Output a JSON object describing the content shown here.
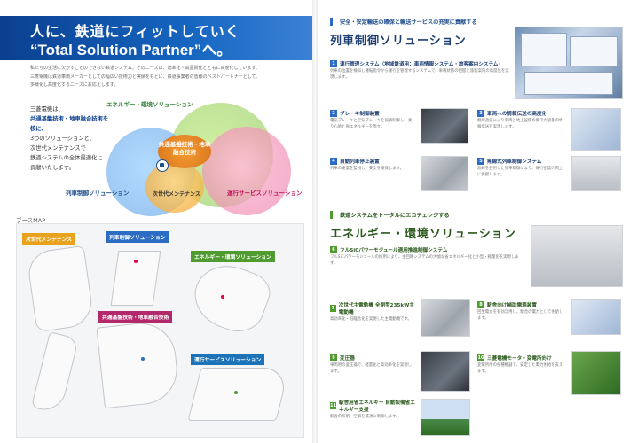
{
  "left": {
    "hero": {
      "line1": "人に、鉄道にフィットしていく",
      "line2": "“Total Solution Partner”へ。"
    },
    "intro_lines": [
      "私たちの生活に欠かすことのできない鉄道システム。そのニーズは、効率化・高品質化とともに高度化しています。",
      "三菱電機は鉄道車両メーカーとしての幅広い技術力と実績をもとに、鉄道事業者の皆様のベストパートナーとして、",
      "多様化し高度化するニーズにお応えします。"
    ],
    "summary": {
      "l1": "三菱電機は、",
      "l2": "共通基盤技術・地車融合技術を核に、",
      "l3": "3つのソリューションと、",
      "l4": "次世代メンテナンスで",
      "l5": "鉄道システムの全体最適化に",
      "l6": "貢献いたします。"
    },
    "venn": {
      "energy": "エネルギー・環境ソリューション",
      "center": "共通基盤技術・地車融合技術",
      "train": "列車制御ソリューション",
      "maint": "次世代メンテナンス",
      "safety": "運行サービスソリューション"
    },
    "booth": {
      "title": "ブースMAP",
      "maint": "次世代メンテナンス",
      "train": "列車制御ソリューション",
      "energy": "エネルギー・環境ソリューション",
      "ground": "共通基盤技術・地車融合技術",
      "safety": "運行サービスソリューション"
    }
  },
  "right": {
    "sec1": {
      "eyebrow": "安全・安定輸送の確保と輸送サービスの充実に貢献する",
      "title": "列車制御ソリューション",
      "items": [
        {
          "n": "1",
          "title": "運行管理システム（地域鉄道用：車両情報システム・旅客案内システム）",
          "body": "列車の位置を検知し運転指令から運行を管理するシステムで、車両状態の把握と旅客案内の高度化を実現します。"
        },
        {
          "n": "2",
          "title": "ブレーキ制御装置",
          "body": "電気ブレーキと空気ブレーキを協調制御し、乗り心地と省エネルギーを両立。"
        },
        {
          "n": "3",
          "title": "車両への情報伝送の高度化",
          "body": "無線通信により車両と地上設備の間で大容量の情報伝送を実現します。"
        },
        {
          "n": "4",
          "title": "自動列車停止装置",
          "body": "列車の速度を監視し、安全を確保します。"
        },
        {
          "n": "5",
          "title": "無線式列車制御システム",
          "body": "無線を使用した列車制御により、運行密度の向上に貢献します。"
        }
      ]
    },
    "sec2": {
      "eyebrow": "鉄道システムをトータルにエコチェンジする",
      "title": "エネルギー・環境ソリューション",
      "items": [
        {
          "n": "6",
          "title": "フルSiCパワーモジュール適用推進制御システム",
          "body": "フルSiCパワーモジュールの採用により、主回路システムの大幅な省エネルギー化と小型・軽量化を実現します。"
        },
        {
          "n": "7",
          "title": "次世代主電動機 全閉型235kW主電動機",
          "body": "高効率化・低騒音化を実現した主電動機です。"
        },
        {
          "n": "8",
          "title": "駅舎向け補助電源装置",
          "body": "回生電力を有効活用し、駅舎の電力として供給します。"
        },
        {
          "n": "9",
          "title": "変圧器",
          "body": "車両用の変圧器で、軽量化と高効率化を実現します。"
        },
        {
          "n": "10",
          "title": "三菱電機モータ・変電所向け",
          "body": "変電所用の各種機器で、安定した電力供給を支えます。"
        },
        {
          "n": "11",
          "title": "駅舎用省エネルギー 自動設備省エネルギー支援",
          "body": "駅舎の照明・空調を最適に制御します。"
        }
      ]
    }
  }
}
